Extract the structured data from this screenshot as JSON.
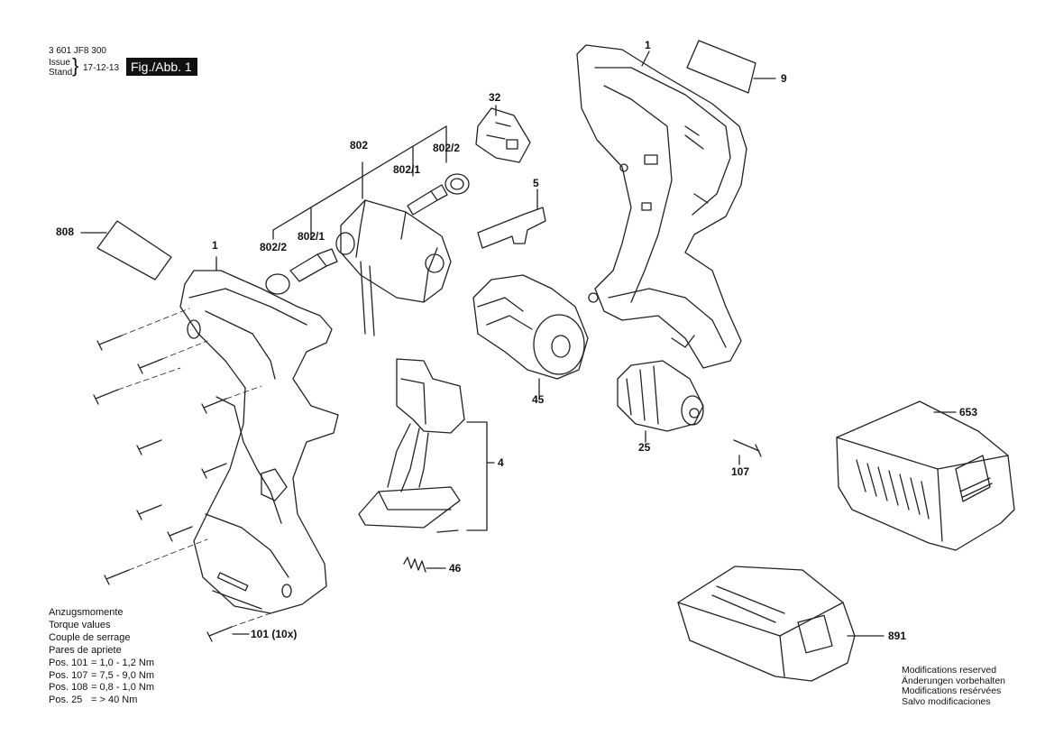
{
  "header": {
    "part_number": "3 601 JF8 300",
    "issue_label": "Issue",
    "stand_label": "Stand",
    "date": "17-12-13",
    "figure_label": "Fig./Abb. 1"
  },
  "callouts": [
    {
      "id": "1-right",
      "text": "1"
    },
    {
      "id": "9",
      "text": "9"
    },
    {
      "id": "32",
      "text": "32"
    },
    {
      "id": "802",
      "text": "802"
    },
    {
      "id": "802-2-top",
      "text": "802/2"
    },
    {
      "id": "802-1-top",
      "text": "802/1"
    },
    {
      "id": "5",
      "text": "5"
    },
    {
      "id": "808",
      "text": "808"
    },
    {
      "id": "1-left",
      "text": "1"
    },
    {
      "id": "802-2-left",
      "text": "802/2"
    },
    {
      "id": "802-1-left",
      "text": "802/1"
    },
    {
      "id": "45",
      "text": "45"
    },
    {
      "id": "25",
      "text": "25"
    },
    {
      "id": "107",
      "text": "107"
    },
    {
      "id": "653",
      "text": "653"
    },
    {
      "id": "4",
      "text": "4"
    },
    {
      "id": "46",
      "text": "46"
    },
    {
      "id": "101",
      "text": "101 (10x)"
    },
    {
      "id": "891",
      "text": "891"
    }
  ],
  "torque": {
    "title_lines": [
      "Anzugsmomente",
      "Torque values",
      "Couple de serrage",
      "Pares de apriete"
    ],
    "rows": [
      {
        "pos": "Pos. 101",
        "value": "= 1,0 - 1,2 Nm"
      },
      {
        "pos": "Pos. 107",
        "value": "= 7,5 - 9,0 Nm"
      },
      {
        "pos": "Pos. 108",
        "value": "= 0,8 - 1,0 Nm"
      },
      {
        "pos": "Pos. 25",
        "value": "= > 40 Nm"
      }
    ]
  },
  "modifications": [
    "Modifications reserved",
    "Änderungen vorbehalten",
    "Modifications resérvées",
    "Salvo modificaciones"
  ]
}
